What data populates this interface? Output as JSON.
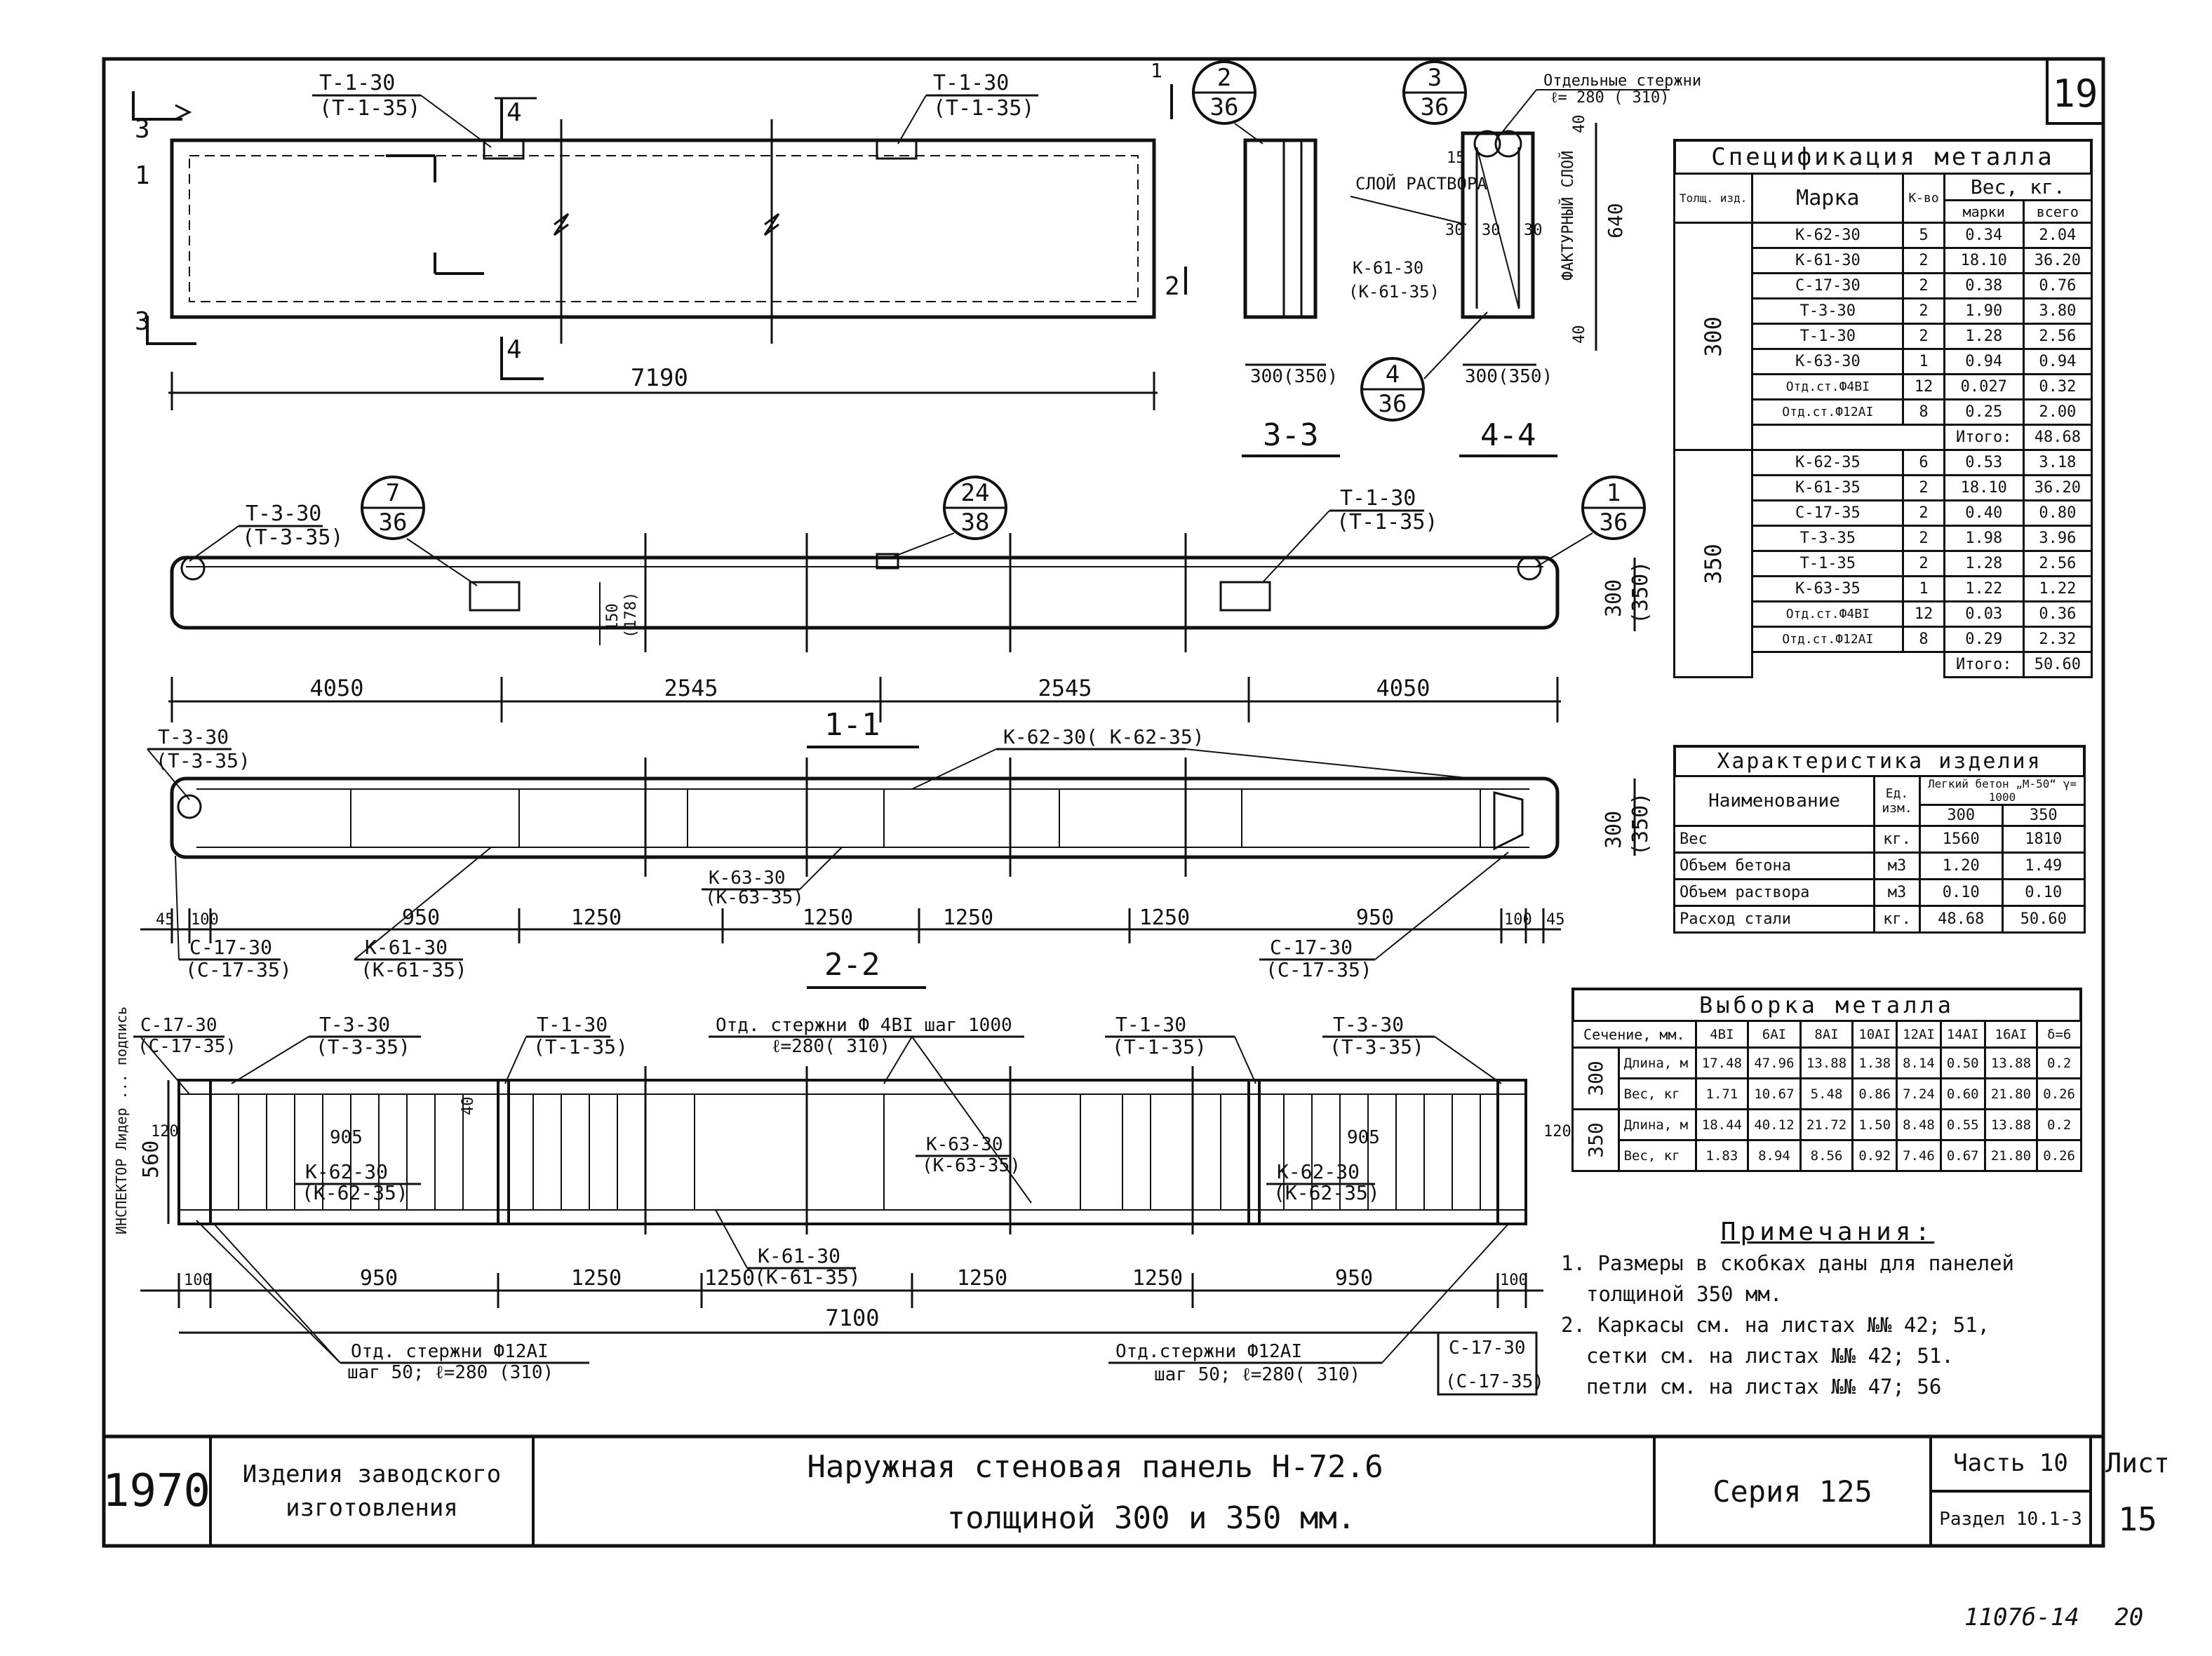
{
  "sheet_number": "19",
  "stamp_code": "1107б-14",
  "stamp_page": "20",
  "left_margin_note": "ИНСПЕКТОР Лидер ... подпись",
  "plan": {
    "labels": {
      "t130_a": "Т-1-30",
      "t135_a": "(Т-1-35)",
      "t130_b": "Т-1-30",
      "t135_b": "(Т-1-35)",
      "cut3": "3",
      "cut1": "1",
      "cut2": "2",
      "cut4": "4",
      "len": "7190"
    }
  },
  "section33": {
    "title": "3-3",
    "dim": "300(350)",
    "bubble_top": "2",
    "bubble_bot": "36"
  },
  "section44": {
    "title": "4-4",
    "dim": "300(350)",
    "bubble_top": "3",
    "bubble_bot": "36",
    "bubble2_top": "4",
    "bubble2_bot": "36",
    "note_bars": "Отдельные стержни",
    "note_bars_spacing": "ℓ= 280 ( 310)",
    "layer_mortar": "СЛОЙ РАСТВОРА",
    "facing_layer": "ФАКТУРНЫЙ СЛОЙ",
    "k61": "К-61-30",
    "k61b": "(К-61-35)",
    "d15": "15",
    "d30a": "30",
    "d30b": "30",
    "d30c": "30",
    "d40a": "40",
    "d40b": "40",
    "h640": "640"
  },
  "elevation": {
    "t330": "Т-3-30",
    "t335": "(Т-3-35)",
    "t130": "Т-1-30",
    "t135": "(Т-1-35)",
    "b1_top": "7",
    "b1_bot": "36",
    "b2_top": "24",
    "b2_bot": "38",
    "b3_top": "1",
    "b3_bot": "36",
    "h150": "150",
    "h178": "(178)",
    "h300": "300",
    "h350": "(350)",
    "d1": "4050",
    "d2": "2545",
    "d3": "2545",
    "d4": "4050"
  },
  "section11": {
    "title": "1-1",
    "t330": "Т-3-30",
    "t335": "(Т-3-35)",
    "k62": "К-62-30( К-62-35)",
    "k63": "К-63-30",
    "k63b": "(К-63-35)",
    "c17": "С-17-30",
    "c17b": "(С-17-35)",
    "k61": "К-61-30",
    "k61b": "(К-61-35)",
    "c17r": "С-17-30",
    "c17rb": "(С-17-35)",
    "h300": "300",
    "h350": "(350)",
    "d45": "45",
    "d100": "100",
    "d950": "950",
    "d1250a": "1250",
    "d1250b": "1250",
    "d1250c": "1250",
    "d1250d": "1250",
    "d950b": "950",
    "d100b": "100",
    "d45b": "45"
  },
  "section22": {
    "title": "2-2",
    "c17": "С-17-30",
    "c17b": "(С-17-35)",
    "t330": "Т-3-30",
    "t335": "(Т-3-35)",
    "t130": "Т-1-30",
    "t135": "(Т-1-35)",
    "bars": "Отд. стержни Ф 4ВI шаг 1000",
    "bars_l": "ℓ=280( 310)",
    "t130r": "Т-1-30",
    "t135r": "(Т-1-35)",
    "t330r": "Т-3-30",
    "t335r": "(Т-3-35)",
    "k63": "К-63-30",
    "k63b": "(К-63-35)",
    "k62l": "К-62-30",
    "k62lb": "(К-62-35)",
    "k62r": "К-62-30",
    "k62rb": "(К-62-35)",
    "k61": "К-61-30",
    "k61b": "(К-61-35)",
    "d905a": "905",
    "d905b": "905",
    "d120a": "120",
    "d120b": "120",
    "d40": "40",
    "h560": "560",
    "d100": "100",
    "d950": "950",
    "d1250a": "1250",
    "d1250b": "1250",
    "d1250c": "1250",
    "d1250d": "1250",
    "d950b": "950",
    "d100b": "100",
    "total": "7100",
    "note_l": "Отд. стержни Ф12АI",
    "note_l2": "шаг 50; ℓ=280 (310)",
    "note_r": "Отд.стержни Ф12АI",
    "note_r2": "шаг 50; ℓ=280( 310)",
    "c17r": "С-17-30",
    "c17rb": "(С-17-35)"
  },
  "spec_table": {
    "title": "Спецификация металла",
    "head_thk": "Толщ. изд.",
    "head_mark": "Марка",
    "head_qty": "К-во",
    "head_weight": "Вес, кг.",
    "head_wmark": "марки",
    "head_wtotal": "всего",
    "group300": "300",
    "group350": "350",
    "rows300": [
      [
        "К-62-30",
        "5",
        "0.34",
        "2.04"
      ],
      [
        "К-61-30",
        "2",
        "18.10",
        "36.20"
      ],
      [
        "С-17-30",
        "2",
        "0.38",
        "0.76"
      ],
      [
        "Т-3-30",
        "2",
        "1.90",
        "3.80"
      ],
      [
        "Т-1-30",
        "2",
        "1.28",
        "2.56"
      ],
      [
        "К-63-30",
        "1",
        "0.94",
        "0.94"
      ],
      [
        "Отд.ст.Ф4ВI",
        "12",
        "0.027",
        "0.32"
      ],
      [
        "Отд.ст.Ф12АI",
        "8",
        "0.25",
        "2.00"
      ]
    ],
    "total300_label": "Итого:",
    "total300": "48.68",
    "rows350": [
      [
        "К-62-35",
        "6",
        "0.53",
        "3.18"
      ],
      [
        "К-61-35",
        "2",
        "18.10",
        "36.20"
      ],
      [
        "С-17-35",
        "2",
        "0.40",
        "0.80"
      ],
      [
        "Т-3-35",
        "2",
        "1.98",
        "3.96"
      ],
      [
        "Т-1-35",
        "2",
        "1.28",
        "2.56"
      ],
      [
        "К-63-35",
        "1",
        "1.22",
        "1.22"
      ],
      [
        "Отд.ст.Ф4ВI",
        "12",
        "0.03",
        "0.36"
      ],
      [
        "Отд.ст.Ф12АI",
        "8",
        "0.29",
        "2.32"
      ]
    ],
    "total350_label": "Итого:",
    "total350": "50.60"
  },
  "char_table": {
    "title": "Характеристика изделия",
    "head_name": "Наименование",
    "head_unit": "Ед. изм.",
    "head_conc": "Легкий бетон „М-50“ γ= 1000",
    "col300": "300",
    "col350": "350",
    "rows": [
      [
        "Вес",
        "кг.",
        "1560",
        "1810"
      ],
      [
        "Объем бетона",
        "м3",
        "1.20",
        "1.49"
      ],
      [
        "Объем раствора",
        "м3",
        "0.10",
        "0.10"
      ],
      [
        "Расход стали",
        "кг.",
        "48.68",
        "50.60"
      ]
    ]
  },
  "sel_table": {
    "title": "Выборка металла",
    "head_sec": "Сечение, мм.",
    "cols": [
      "4ВI",
      "6АI",
      "8АI",
      "10АI",
      "12АI",
      "14АI",
      "16АI",
      "δ=6"
    ],
    "g300": "300",
    "g350": "350",
    "rows300": [
      [
        "Длина, м",
        "17.48",
        "47.96",
        "13.88",
        "1.38",
        "8.14",
        "0.50",
        "13.88",
        "0.2"
      ],
      [
        "Вес, кг",
        "1.71",
        "10.67",
        "5.48",
        "0.86",
        "7.24",
        "0.60",
        "21.80",
        "0.26"
      ]
    ],
    "rows350": [
      [
        "Длина, м",
        "18.44",
        "40.12",
        "21.72",
        "1.50",
        "8.48",
        "0.55",
        "13.88",
        "0.2"
      ],
      [
        "Вес, кг",
        "1.83",
        "8.94",
        "8.56",
        "0.92",
        "7.46",
        "0.67",
        "21.80",
        "0.26"
      ]
    ]
  },
  "notes": {
    "title": "Примечания:",
    "n1": "1. Размеры в скобках даны для панелей",
    "n1b": "толщиной  350 мм.",
    "n2": "2. Каркасы см. на листах №№ 42; 51,",
    "n2b": "сетки см. на листах №№ 42; 51.",
    "n2c": "петли см. на листах №№ 47; 56"
  },
  "title_block": {
    "year": "1970",
    "group": "Изделия заводского изготовления",
    "name": "Наружная стеновая панель Н-72.6",
    "name2": "толщиной  300 и 350 мм.",
    "series": "Серия 125",
    "part": "Часть 10",
    "section": "Раздел 10.1-3",
    "sheet_label": "Лист",
    "sheet": "15"
  }
}
